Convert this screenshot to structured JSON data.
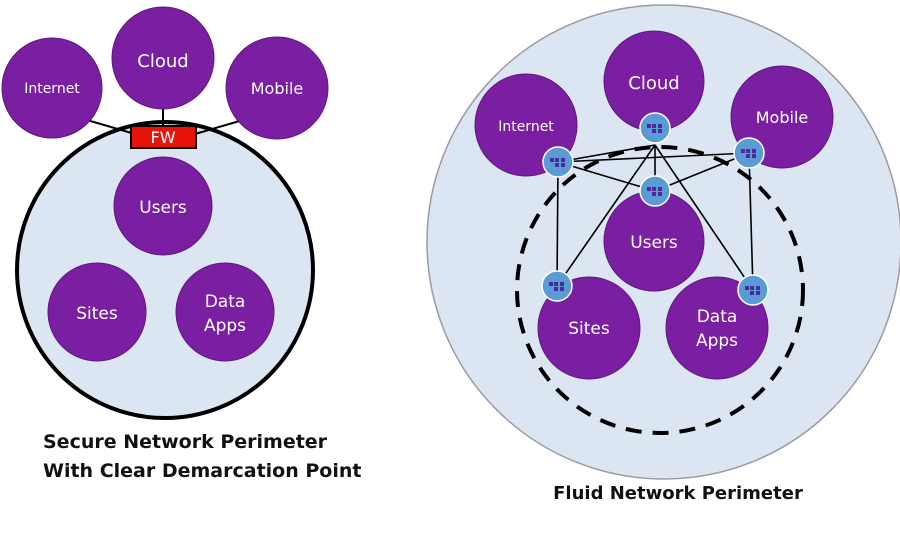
{
  "colors": {
    "node_fill": "#7b1fa2",
    "node_stroke": "#5e1580",
    "perimeter_fill": "#dce6f2",
    "outer_circle_fill": "#dce6f2",
    "firewall_fill": "#e8140c",
    "sensor_fill": "#5b9bd5",
    "sensor_icon": "#4b2a9a"
  },
  "left_panel": {
    "external_nodes": {
      "internet": "Internet",
      "cloud": "Cloud",
      "mobile": "Mobile"
    },
    "firewall_label": "FW",
    "internal_nodes": {
      "users": "Users",
      "sites": "Sites",
      "data_apps_line1": "Data",
      "data_apps_line2": "Apps"
    },
    "caption_line1": "Secure Network Perimeter",
    "caption_line2": "With Clear Demarcation Point"
  },
  "right_panel": {
    "nodes": {
      "internet": "Internet",
      "cloud": "Cloud",
      "mobile": "Mobile",
      "users": "Users",
      "sites": "Sites",
      "data_apps_line1": "Data",
      "data_apps_line2": "Apps"
    },
    "sensor_icon": "network-sensor-icon",
    "caption": "Fluid Network Perimeter"
  }
}
